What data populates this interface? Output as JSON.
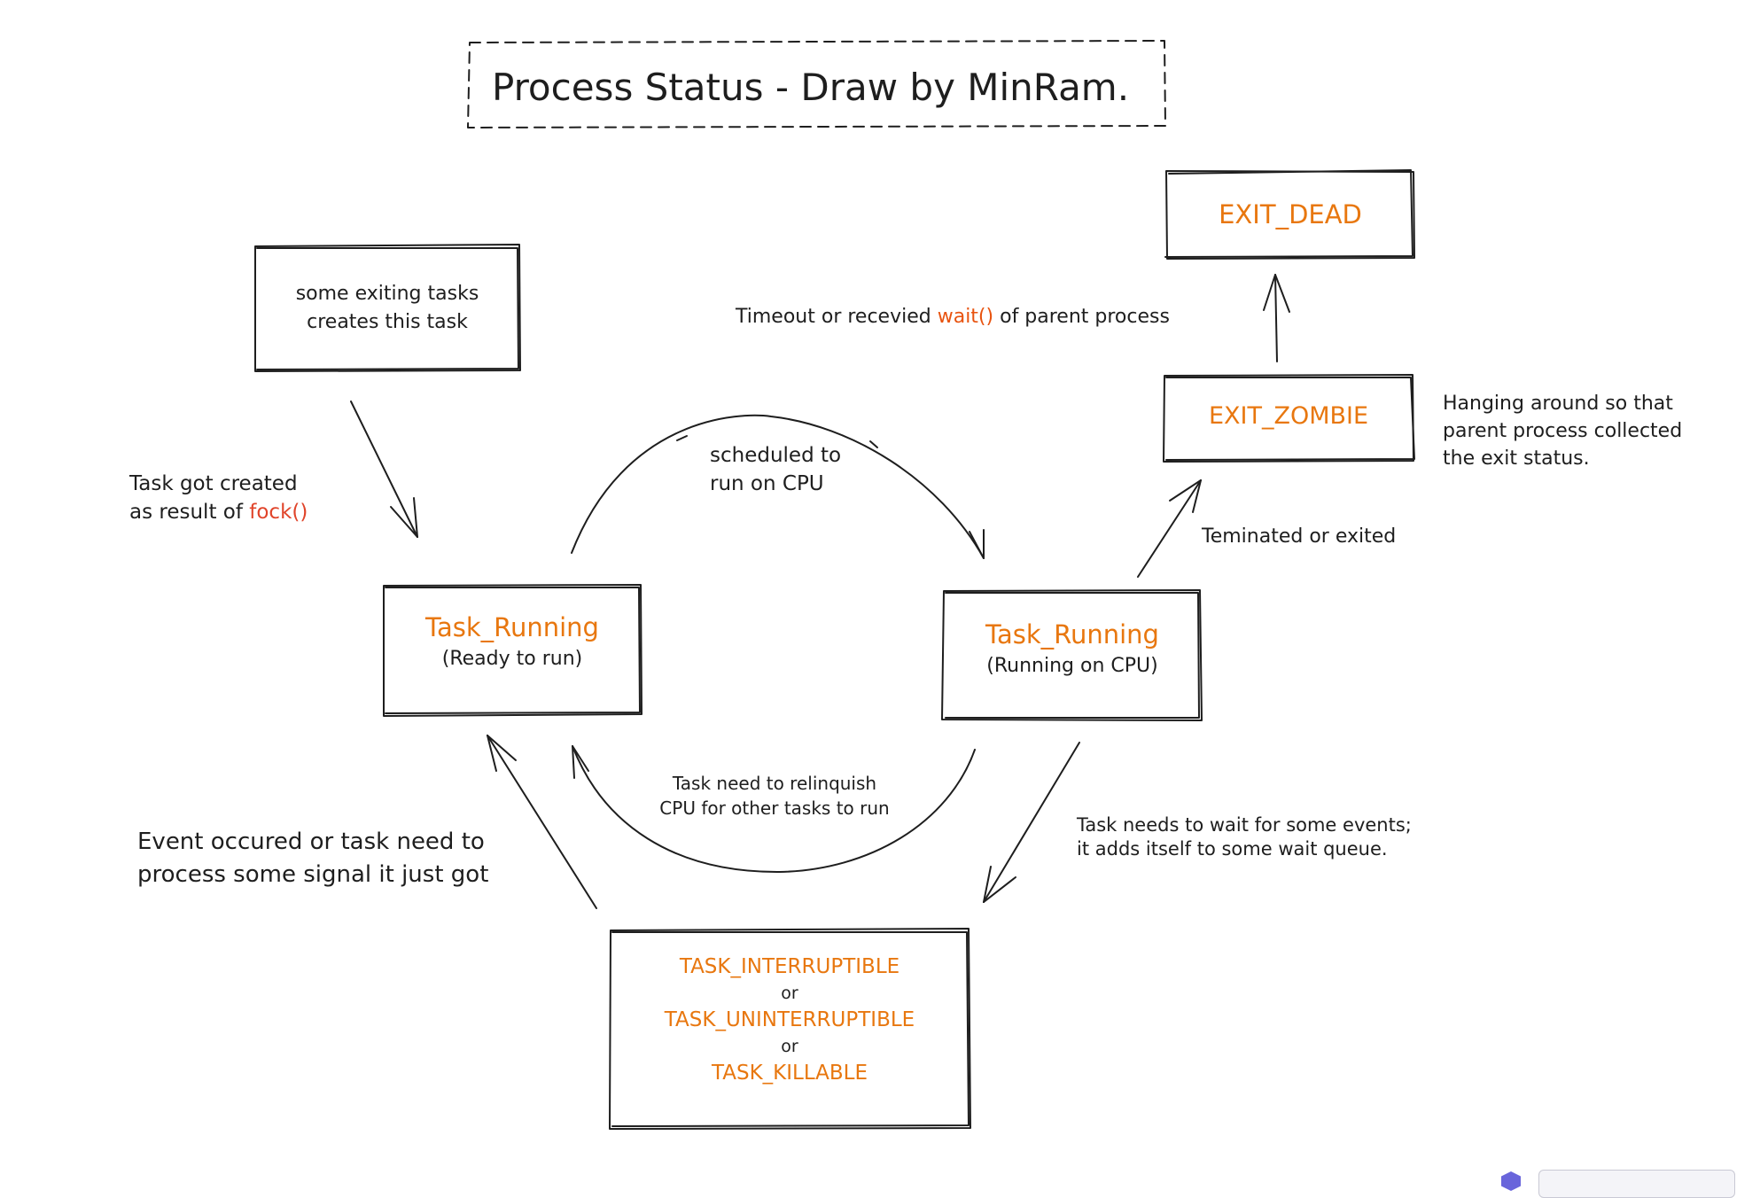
{
  "title": "Process Status - Draw by MinRam.",
  "states": {
    "exit_dead": "EXIT_DEAD",
    "exit_zombie": "EXIT_ZOMBIE",
    "ready": {
      "name": "Task_Running",
      "sub": "(Ready to run)"
    },
    "running": {
      "name": "Task_Running",
      "sub": "(Running on CPU)"
    },
    "waiting": {
      "line1": "TASK_INTERRUPTIBLE",
      "or1": "or",
      "line2": "TASK_UNINTERRUPTIBLE",
      "or2": "or",
      "line3": "TASK_KILLABLE"
    }
  },
  "creator_box": {
    "line1": "some exiting tasks",
    "line2": "creates this task"
  },
  "labels": {
    "created_line1": "Task got created",
    "created_line2_prefix": "as result of ",
    "created_fn": "fock()",
    "scheduled_line1": "scheduled to",
    "scheduled_line2": "run on CPU",
    "relinquish_line1": "Task need to relinquish",
    "relinquish_line2": "CPU for other tasks to run",
    "event_line1": "Event occured or task need to",
    "event_line2": "process some signal it just got",
    "wait_line1": "Task needs to wait for some events;",
    "wait_line2": "it adds itself to some wait queue.",
    "terminated": "Teminated or exited",
    "timeout_prefix": "Timeout or recevied ",
    "timeout_fn": "wait()",
    "timeout_suffix": " of parent process",
    "zombie_line1": "Hanging around so that",
    "zombie_line2": "parent process collected",
    "zombie_line3": "the exit status."
  },
  "colors": {
    "stroke": "#1e1e1e",
    "state_text": "#e8770f",
    "function_text": "#e0442a"
  }
}
